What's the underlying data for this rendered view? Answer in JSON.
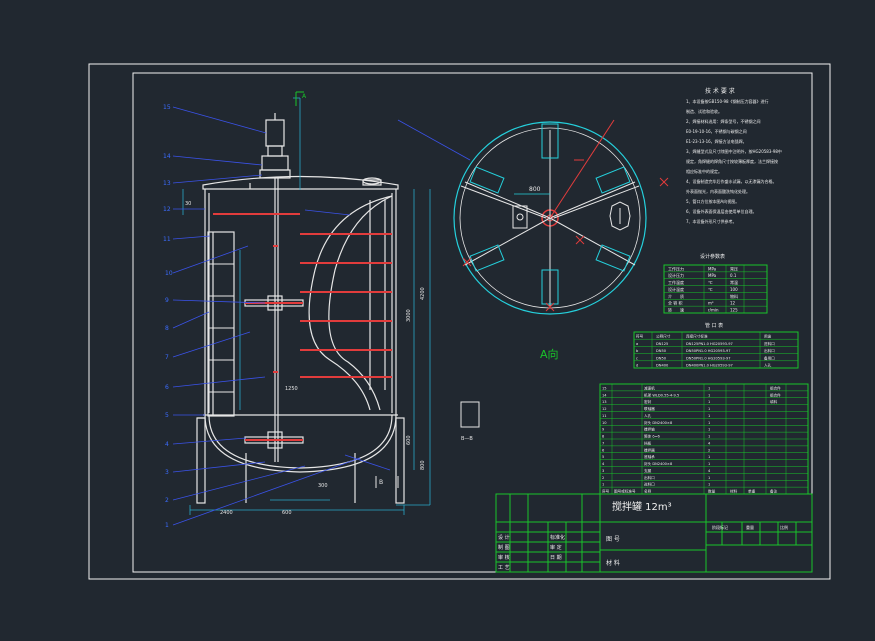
{
  "colors": {
    "background": "#212830",
    "frame": "#f2f2f2",
    "tank": "#e6e6e6",
    "dimension": "#2aa8c8",
    "leader": "#3a52e8",
    "table": "#19c42a",
    "highlight": "#e23c3c",
    "text": "#eeeeee",
    "label_blue": "#3b6cff",
    "cyan": "#25d0dc"
  },
  "section_marker": {
    "label": "A"
  },
  "section_cut": {
    "label": "B"
  },
  "plan_view": {
    "dimension": "800",
    "caption": "A向"
  },
  "section_bb": {
    "caption": "B—B"
  },
  "tech_requirements": {
    "title": "技 术 要 求",
    "lines": [
      "1、本设备按GB150-98《钢制压力容器》进行",
      "制造、试验和验收。",
      "2、焊接材料选用：焊条型号，不锈钢之间",
      "E0-19-10-16，不锈钢与碳钢之间",
      "E1-23-13-16，焊接方法电弧焊。",
      "3、焊缝型式及尺寸除图中注明外，按HG20583-98中",
      "规定，角焊缝的焊角尺寸按较薄板厚度，法兰焊接按",
      "相应标准中的规定。",
      "4、设备制造完毕后作盛水试漏，以无渗漏为合格。",
      "外表面抛光，内表面酸洗钝化处理。",
      "5、管口方位按本图A向视图。",
      "6、设备外表面保温层由使用单位自理。",
      "7、本设备外形尺寸供参考。"
    ]
  },
  "design_table": {
    "title": "设计参数表",
    "rows": [
      [
        "工作压力",
        "MPa",
        "常压"
      ],
      [
        "设计压力",
        "MPa",
        "0.1"
      ],
      [
        "工作温度",
        "℃",
        "常温"
      ],
      [
        "设计温度",
        "℃",
        "100"
      ],
      [
        "介　　质",
        "",
        "物料"
      ],
      [
        "全 容 积",
        "m³",
        "12"
      ],
      [
        "转　　速",
        "r/min",
        "125"
      ]
    ]
  },
  "nozzle_table": {
    "title": "管 口 表",
    "header": [
      "符号",
      "公称尺寸",
      "连接尺寸标准",
      "用途"
    ],
    "rows": [
      [
        "a",
        "DN125",
        "DN125PN1.0 HG20593-97",
        "进料口"
      ],
      [
        "b",
        "DN50",
        "DN50PN1.0 HG20593-97",
        "出料口"
      ],
      [
        "c",
        "DN50",
        "DN50PN1.0 HG20593-97",
        "备用口"
      ],
      [
        "d",
        "DN400",
        "DN400PN1.0 HG20593-97",
        "人孔"
      ]
    ]
  },
  "parts_list": {
    "rows": [
      [
        "15",
        "",
        "减速机",
        "1",
        "",
        "",
        "组合件"
      ],
      [
        "14",
        "",
        "机架 WLD0.55-4-9.5",
        "1",
        "",
        "",
        "组合件"
      ],
      [
        "13",
        "",
        "密封",
        "1",
        "",
        "",
        "填料"
      ],
      [
        "12",
        "",
        "联轴器",
        "1",
        "",
        "",
        ""
      ],
      [
        "11",
        "",
        "人孔",
        "1",
        "",
        "",
        ""
      ],
      [
        "10",
        "",
        "封头 DN2400×8",
        "1",
        "",
        "",
        ""
      ],
      [
        "9",
        "",
        "搅拌轴",
        "1",
        "",
        "",
        ""
      ],
      [
        "8",
        "",
        "筒体 δ=6",
        "1",
        "",
        "",
        ""
      ],
      [
        "7",
        "",
        "挡板",
        "4",
        "",
        "",
        ""
      ],
      [
        "6",
        "",
        "搅拌器",
        "2",
        "",
        "",
        ""
      ],
      [
        "5",
        "",
        "底轴承",
        "1",
        "",
        "",
        ""
      ],
      [
        "4",
        "",
        "封头 DN2400×8",
        "1",
        "",
        "",
        ""
      ],
      [
        "3",
        "",
        "支腿",
        "4",
        "",
        "",
        ""
      ],
      [
        "2",
        "",
        "出料口",
        "1",
        "",
        "",
        ""
      ],
      [
        "1",
        "",
        "进料口",
        "1",
        "",
        "",
        ""
      ]
    ],
    "header": [
      "序号",
      "图号或标准号",
      "名称",
      "数量",
      "材料",
      "单重",
      "备注"
    ]
  },
  "title_block": {
    "name": "搅拌罐 12m³",
    "drawing_no_label": "图 号",
    "material_label": "材 料",
    "left_labels": [
      "设 计",
      "制 图",
      "审 核",
      "工 艺"
    ],
    "mid_labels": [
      "标准化",
      "审 定",
      "日 期"
    ],
    "right_labels": [
      "阶段标记",
      "重量",
      "比例"
    ]
  },
  "dims": {
    "left_top": "30",
    "v_total": "4200",
    "v_body": "3000",
    "v_head": "600",
    "v_leg": "800",
    "bottom_left": "2400",
    "bottom_mid": "600",
    "bottom_right": "300",
    "inner": "1250"
  },
  "callouts": [
    "15",
    "14",
    "13",
    "12",
    "11",
    "10",
    "9",
    "8",
    "7",
    "6",
    "5",
    "4",
    "3",
    "2",
    "1"
  ]
}
